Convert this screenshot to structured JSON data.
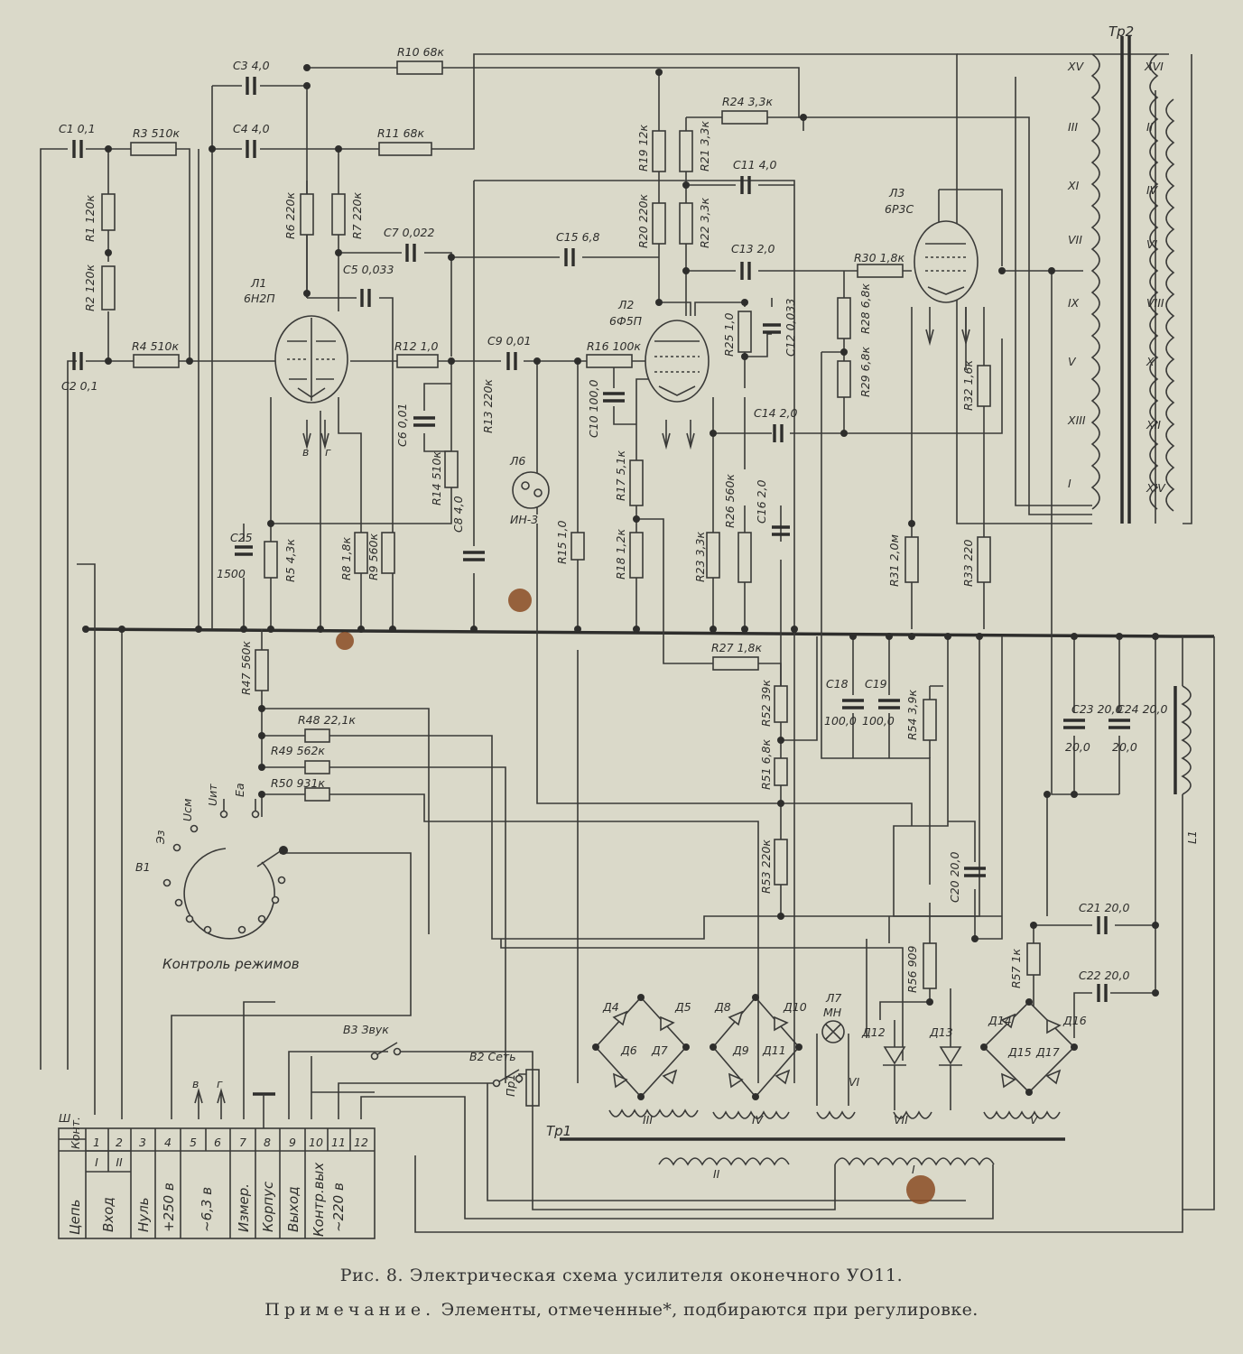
{
  "caption": {
    "title": "Рис. 8. Электрическая схема усилителя оконечного УО11.",
    "note_label": "Примечание.",
    "note_text": " Элементы, отмеченные*, подбираются при регулировке."
  },
  "tubes": [
    {
      "ref": "Л1",
      "type": "6Н2П"
    },
    {
      "ref": "Л2",
      "type": "6Ф5П"
    },
    {
      "ref": "Л3",
      "type": "6Р3С"
    }
  ],
  "resistors": [
    {
      "ref": "R1",
      "value": "120к"
    },
    {
      "ref": "R2",
      "value": "120к"
    },
    {
      "ref": "R3",
      "value": "510к"
    },
    {
      "ref": "R4",
      "value": "510к"
    },
    {
      "ref": "R5",
      "value": "4,3к"
    },
    {
      "ref": "R6",
      "value": "220к"
    },
    {
      "ref": "R7",
      "value": "220к"
    },
    {
      "ref": "R8",
      "value": "1,8к"
    },
    {
      "ref": "R9",
      "value": "560к"
    },
    {
      "ref": "R10",
      "value": "68к"
    },
    {
      "ref": "R11",
      "value": "68к"
    },
    {
      "ref": "R12",
      "value": "1,0"
    },
    {
      "ref": "R13",
      "value": "220к"
    },
    {
      "ref": "R14",
      "value": "510к"
    },
    {
      "ref": "R15",
      "value": "1,0"
    },
    {
      "ref": "R16",
      "value": "100к"
    },
    {
      "ref": "R17",
      "value": "5,1к"
    },
    {
      "ref": "R19",
      "value": "12к"
    },
    {
      "ref": "R18",
      "value": "1,2к"
    },
    {
      "ref": "R20",
      "value": "220к"
    },
    {
      "ref": "R21",
      "value": "3,3к"
    },
    {
      "ref": "R22",
      "value": "3,3к"
    },
    {
      "ref": "R23",
      "value": "3,3к"
    },
    {
      "ref": "R24",
      "value": "3,3к"
    },
    {
      "ref": "R25",
      "value": "1,0"
    },
    {
      "ref": "R26",
      "value": "560к"
    },
    {
      "ref": "R27",
      "value": "1,8к"
    },
    {
      "ref": "R28",
      "value": "6,8к"
    },
    {
      "ref": "R29",
      "value": "6,8к"
    },
    {
      "ref": "R30",
      "value": "1,8к"
    },
    {
      "ref": "R31",
      "value": "2,0м"
    },
    {
      "ref": "R32",
      "value": "1,6к"
    },
    {
      "ref": "R33",
      "value": "220"
    },
    {
      "ref": "R47",
      "value": "560к"
    },
    {
      "ref": "R48",
      "value": "22,1к"
    },
    {
      "ref": "R49",
      "value": "562к"
    },
    {
      "ref": "R50",
      "value": "931к"
    },
    {
      "ref": "R51",
      "value": "6,8к"
    },
    {
      "ref": "R52",
      "value": "39к"
    },
    {
      "ref": "R53",
      "value": "220к"
    },
    {
      "ref": "R54",
      "value": "3,9к"
    },
    {
      "ref": "R56",
      "value": "909"
    },
    {
      "ref": "R57",
      "value": "1к"
    }
  ],
  "capacitors": [
    {
      "ref": "С1",
      "value": "0,1"
    },
    {
      "ref": "С2",
      "value": "0,1"
    },
    {
      "ref": "С3",
      "value": "4,0"
    },
    {
      "ref": "С4",
      "value": "4,0"
    },
    {
      "ref": "С5",
      "value": "0,033"
    },
    {
      "ref": "С6",
      "value": "0,01"
    },
    {
      "ref": "С7",
      "value": "0,022"
    },
    {
      "ref": "С8",
      "value": "4,0"
    },
    {
      "ref": "С9",
      "value": "0,01"
    },
    {
      "ref": "С10",
      "value": "100,0"
    },
    {
      "ref": "С11",
      "value": "4,0"
    },
    {
      "ref": "С12",
      "value": "0,033"
    },
    {
      "ref": "С13",
      "value": "2,0"
    },
    {
      "ref": "С14",
      "value": "2,0"
    },
    {
      "ref": "С15",
      "value": "6,8"
    },
    {
      "ref": "С16",
      "value": "2,0"
    },
    {
      "ref": "С18",
      "value": "100,0"
    },
    {
      "ref": "С19",
      "value": "100,0"
    },
    {
      "ref": "С20",
      "value": "20,0"
    },
    {
      "ref": "С21",
      "value": "20,0"
    },
    {
      "ref": "С22",
      "value": "20,0"
    },
    {
      "ref": "С23",
      "value": "20,0"
    },
    {
      "ref": "С24",
      "value": "20,0"
    },
    {
      "ref": "С25",
      "value": "1500"
    }
  ],
  "lamps": [
    {
      "ref": "Л6",
      "type": "ИН-3"
    },
    {
      "ref": "Л7",
      "type": "МН"
    }
  ],
  "diodes": [
    "Д4",
    "Д5",
    "Д6",
    "Д7",
    "Д8",
    "Д9",
    "Д10",
    "Д11",
    "Д12",
    "Д13",
    "Д14",
    "Д15",
    "Д16",
    "Д17"
  ],
  "switches": {
    "b1": "В1",
    "b2": "В2",
    "b2_label": "Сеть",
    "b3": "В3",
    "b3_label": "Звук",
    "mode_caption": "Контроль режимов",
    "mode_labels": [
      "Эз",
      "Uсм",
      "Uит",
      "Еа"
    ]
  },
  "fuse": "Пр1",
  "choke": "L1",
  "transformers": {
    "tr1": "Тр1",
    "tr2": "Тр2"
  },
  "tr1_windings": [
    "I",
    "II",
    "III",
    "IV",
    "V",
    "VI",
    "VII"
  ],
  "tr2_windings": [
    "XV",
    "III",
    "XI",
    "VII",
    "IX",
    "V",
    "XIII",
    "I",
    "XVI",
    "II",
    "IV",
    "VI",
    "VIII",
    "X",
    "XII",
    "XIV"
  ],
  "connector": {
    "ref": "Ш",
    "head_contact": "Конт.",
    "head_circuit": "Цепь",
    "pins": [
      "1",
      "2",
      "3",
      "4",
      "5",
      "6",
      "7",
      "8",
      "9",
      "10",
      "11",
      "12"
    ],
    "circuits": [
      "I",
      "II"
    ],
    "labels": [
      "Вход",
      "Нуль",
      "+250 в",
      "~6,3 в",
      "Измер.",
      "Корпус",
      "Выход",
      "Контр.вых",
      "~220 в"
    ]
  },
  "heater_labels": [
    "в",
    "г"
  ]
}
